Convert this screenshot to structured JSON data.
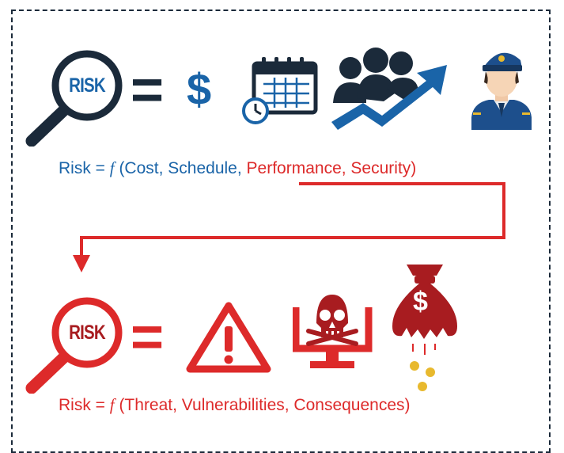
{
  "row1": {
    "badge": "RISK",
    "equals": "=",
    "dollar": "$",
    "formula": {
      "prefix": "Risk = ",
      "f": "f",
      "blue_part": " (Cost, Schedule, ",
      "red_part": "Performance, Security)"
    }
  },
  "row2": {
    "badge": "RISK",
    "equals": "=",
    "bag_symbol": "$",
    "formula": {
      "prefix": "Risk = ",
      "f": "f",
      "rest": " (Threat, Vulnerabilities, Consequences)"
    }
  },
  "colors": {
    "blue": "#1a64a8",
    "navy": "#1b2a3a",
    "red": "#dd2a2a",
    "dark_red": "#a81c20",
    "gold": "#e8b92e"
  },
  "icons": [
    "magnifier-risk-icon",
    "dollar-icon",
    "calendar-clock-icon",
    "team-growth-icon",
    "security-guard-icon",
    "warning-triangle-icon",
    "skull-monitor-icon",
    "money-bag-icon"
  ]
}
